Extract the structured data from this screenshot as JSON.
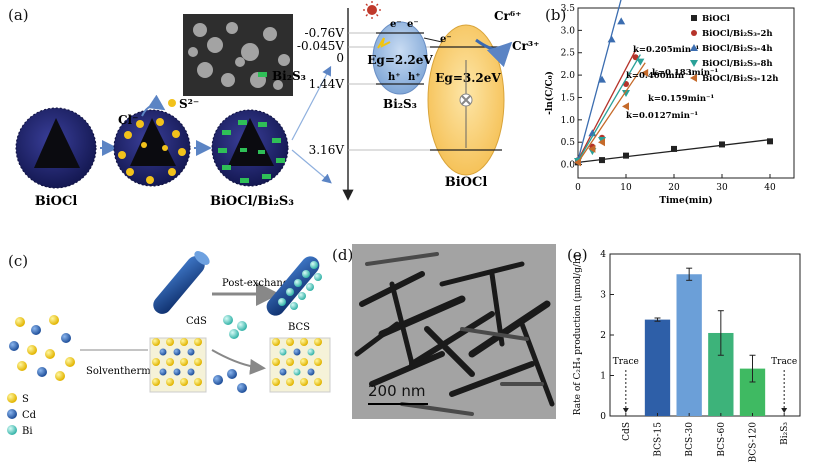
{
  "panel_labels": {
    "a": "(a)",
    "b": "(b)",
    "c": "(c)",
    "d": "(d)",
    "e": "(e)"
  },
  "panel_a": {
    "species": {
      "cl": "Cl⁻",
      "s": "S²⁻",
      "bi2s3": "Bi₂S₃"
    },
    "particles": [
      "BiOCl",
      "BiOCl/Bi₂S₃"
    ],
    "potentials": [
      "-0.76V",
      "-0.045V",
      "0",
      "1.44V",
      "3.16V"
    ],
    "bi2s3_gap": "Eg=2.2eV",
    "biocl_gap": "Eg=3.2eV",
    "bi2s3_label": "Bi₂S₃",
    "biocl_label": "BiOCl",
    "electron": "e⁻",
    "hole": "h⁺",
    "cr6": "Cr⁶⁺",
    "cr3": "Cr³⁺"
  },
  "panel_c": {
    "legend": [
      "S",
      "Cd",
      "Bi"
    ],
    "step1": "Solventhermal",
    "step2": "Post-exchange",
    "cds": "CdS",
    "bcs": "BCS"
  },
  "panel_d": {
    "scale_bar": "200 nm"
  },
  "chart_data": [
    {
      "type": "scatter",
      "xlabel": "Time(min)",
      "ylabel": "-ln(C/C₀)",
      "xlim": [
        0,
        45
      ],
      "ylim": [
        -0.3,
        3.5
      ],
      "xticks": [
        0,
        10,
        20,
        30,
        40
      ],
      "yticks": [
        0.0,
        0.5,
        1.0,
        1.5,
        2.0,
        2.5,
        3.0,
        3.5
      ],
      "series": [
        {
          "name": "BiOCl",
          "color": "#222222",
          "marker": "square",
          "rate": "k=0.0127min⁻¹",
          "slope": 0.0127,
          "x": [
            0,
            5,
            10,
            20,
            30,
            40
          ],
          "y": [
            0.05,
            0.1,
            0.2,
            0.35,
            0.45,
            0.52
          ]
        },
        {
          "name": "BiOCl/Bi₂S₃-2h",
          "color": "#b5332a",
          "marker": "circle",
          "rate": "k=0.205min⁻¹",
          "slope": 0.205,
          "x": [
            0,
            3,
            5,
            10,
            12
          ],
          "y": [
            0.1,
            0.4,
            0.6,
            1.8,
            2.4
          ]
        },
        {
          "name": "BiOCl/Bi₂S₃-4h",
          "color": "#3b6db0",
          "marker": "triangle",
          "rate": "k=0.400min⁻¹",
          "slope": 0.4,
          "x": [
            0,
            3,
            5,
            7,
            9
          ],
          "y": [
            0.1,
            0.7,
            1.9,
            2.8,
            3.2
          ]
        },
        {
          "name": "BiOCl/Bi₂S₃-8h",
          "color": "#2aa198",
          "marker": "triangle-down",
          "rate": "k=0.183min⁻¹",
          "slope": 0.183,
          "x": [
            0,
            3,
            5,
            10,
            13
          ],
          "y": [
            0.08,
            0.3,
            0.55,
            1.6,
            2.3
          ]
        },
        {
          "name": "BiOCl/Bi₂S₃-12h",
          "color": "#c56a2a",
          "marker": "triangle-left",
          "rate": "k=0.159min⁻¹",
          "slope": 0.159,
          "x": [
            0,
            3,
            5,
            10,
            14
          ],
          "y": [
            0.05,
            0.35,
            0.5,
            1.3,
            2.05
          ]
        }
      ]
    },
    {
      "type": "bar",
      "ylabel": "Rate of C₂H₄ production (μmol/g/h)",
      "ylim": [
        0,
        4
      ],
      "yticks": [
        0,
        1,
        2,
        3,
        4
      ],
      "categories": [
        "CdS",
        "BCS-15",
        "BCS-30",
        "BCS-60",
        "BCS-120",
        "Bi₂S₃"
      ],
      "values": [
        0,
        2.38,
        3.5,
        2.05,
        1.17,
        0
      ],
      "errors": [
        0,
        0.04,
        0.15,
        0.55,
        0.33,
        0
      ],
      "colors": [
        "",
        "#2e5fa8",
        "#6b9fd8",
        "#3db37a",
        "#3fba62",
        ""
      ],
      "annotations": [
        {
          "category": "CdS",
          "text": "Trace"
        },
        {
          "category": "Bi₂S₃",
          "text": "Trace"
        }
      ]
    }
  ]
}
